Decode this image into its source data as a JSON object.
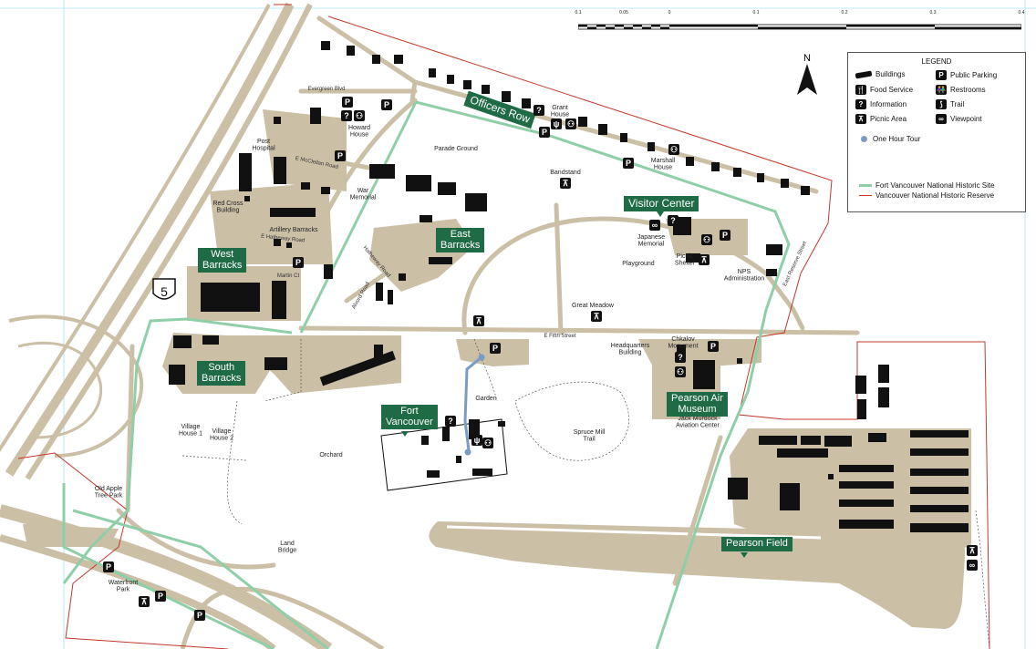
{
  "scale": {
    "ticks": [
      "0.1",
      "0.05",
      "0",
      "0.1",
      "0.2",
      "0.3",
      "0.4"
    ]
  },
  "north": "N",
  "highway_shield": "5",
  "legend": {
    "title": "LEGEND",
    "items": [
      {
        "icon": "buildings-icon",
        "label": "Buildings"
      },
      {
        "icon": "parking-icon",
        "glyph": "P",
        "label": "Public Parking"
      },
      {
        "icon": "food-service-icon",
        "glyph": "🍴",
        "label": "Food Service"
      },
      {
        "icon": "restrooms-icon",
        "glyph": "👫",
        "label": "Restrooms"
      },
      {
        "icon": "information-icon",
        "glyph": "?",
        "label": "Information"
      },
      {
        "icon": "trail-icon",
        "glyph": "⟆",
        "label": "Trail"
      },
      {
        "icon": "picnic-area-icon",
        "glyph": "⊼",
        "label": "Picnic Area"
      },
      {
        "icon": "viewpoint-icon",
        "glyph": "∞",
        "label": "Viewpoint"
      }
    ],
    "tour": "One Hour Tour",
    "site_line": "Fort Vancouver National Historic Site",
    "reserve_line": "Vancouver National Historic Reserve",
    "colors": {
      "site": "#8fcfa8",
      "reserve": "#c0392b",
      "tour": "#7a9cc4"
    }
  },
  "areas": {
    "officers_row": "Officers Row",
    "visitor_center": "Visitor Center",
    "east_barracks": "East\nBarracks",
    "west_barracks": "West\nBarracks",
    "south_barracks": "South\nBarracks",
    "fort_vancouver": "Fort\nVancouver",
    "pearson_air_museum": "Pearson Air\nMuseum",
    "pearson_field": "Pearson Field"
  },
  "labels": {
    "evergreen_blvd": "Evergreen Blvd",
    "howard_house": "Howard\nHouse",
    "grant_house": "Grant\nHouse",
    "parade_ground": "Parade Ground",
    "post_hospital": "Post\nHospital",
    "mcclellan_road": "E McClellan Road",
    "bandstand": "Bandstand",
    "marshall_house": "Marshall\nHouse",
    "red_cross": "Red Cross\nBuilding",
    "war_memorial": "War\nMemorial",
    "artillery_barracks": "Artillery Barracks",
    "hatheway_road": "E Hatheway Road",
    "japanese_memorial": "Japanese\nMemorial",
    "picnic_shelter": "Picnic\nShelter",
    "playground": "Playground",
    "nps_admin": "NPS\nAdministration",
    "reserve_street": "East Reserve Street",
    "martin_ct": "Martin Ct",
    "hatheway_road2": "Hatheway Road",
    "alvord_road": "Alvord Road",
    "great_meadow": "Great Meadow",
    "fifth_street": "E Fifth Street",
    "hq_building": "Headquarters\nBuilding",
    "chkalov": "Chkalov\nMonument",
    "garden": "Garden",
    "jack_murdock": "Jack Murdock\nAviation Center",
    "village_house1": "Village\nHouse 1",
    "village_house2": "Village\nHouse 2",
    "orchard": "Orchard",
    "spruce_mill": "Spruce Mill\nTrail",
    "old_apple": "Old Apple\nTree Park",
    "land_bridge": "Land\nBridge",
    "waterfront_park": "Waterfront\nPark"
  }
}
